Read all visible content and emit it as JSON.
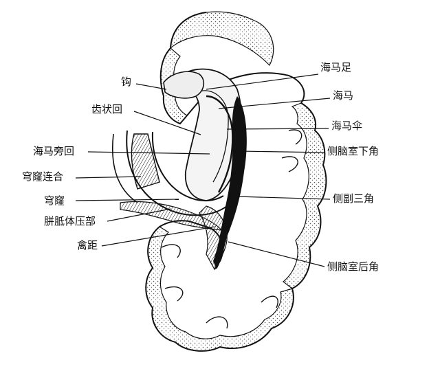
{
  "labels": {
    "right": {
      "pes_hippocampi": "海马足",
      "hippocampus": "海马",
      "fimbria": "海马伞",
      "inferior_horn": "侧脑室下角",
      "collateral_trigone": "侧副三角",
      "posterior_horn": "侧脑室后角"
    },
    "left": {
      "uncus": "钩",
      "dentate_gyrus": "齿状回",
      "parahippocampal_gyrus": "海马旁回",
      "fornix_commissure": "穹窿连合",
      "fornix": "穹窿",
      "splenium": "胼胝体压部",
      "calcar_avis": "禽距"
    }
  },
  "colors": {
    "ink": "#111111",
    "paper": "#ffffff",
    "stipple": "#555555"
  }
}
